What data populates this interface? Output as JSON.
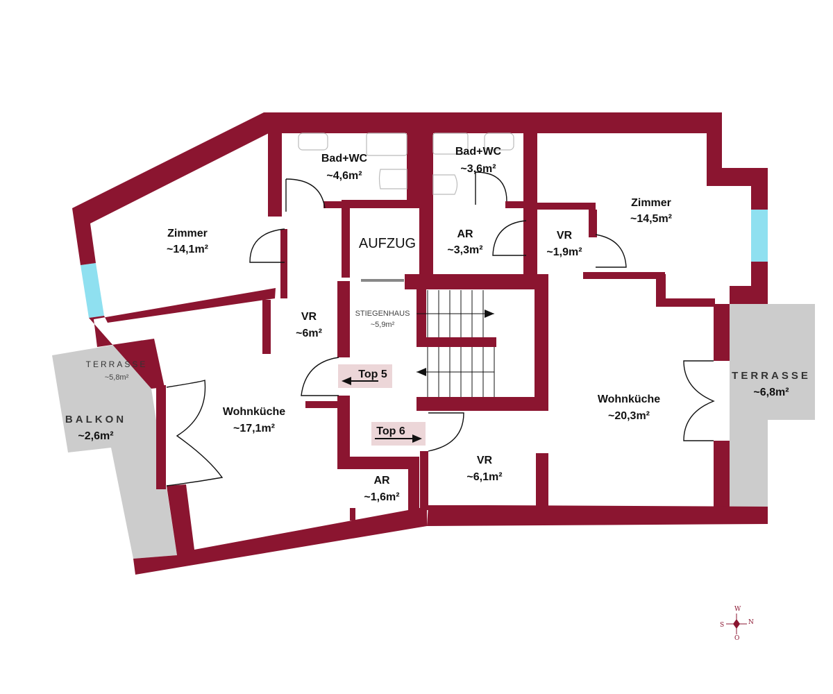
{
  "rooms": {
    "bad_wc_left": {
      "name": "Bad+WC",
      "area": "~4,6m²"
    },
    "bad_wc_right": {
      "name": "Bad+WC",
      "area": "~3,6m²"
    },
    "zimmer_left": {
      "name": "Zimmer",
      "area": "~14,1m²"
    },
    "zimmer_right": {
      "name": "Zimmer",
      "area": "~14,5m²"
    },
    "aufzug": {
      "name": "AUFZUG"
    },
    "ar_top": {
      "name": "AR",
      "area": "~3,3m²"
    },
    "vr_small": {
      "name": "VR",
      "area": "~1,9m²"
    },
    "vr_left": {
      "name": "VR",
      "area": "~6m²"
    },
    "stiegenhaus": {
      "name": "STIEGENHAUS",
      "area": "~5,9m²"
    },
    "wohnkueche_left": {
      "name": "Wohnküche",
      "area": "~17,1m²"
    },
    "wohnkueche_right": {
      "name": "Wohnküche",
      "area": "~20,3m²"
    },
    "vr_bottom": {
      "name": "VR",
      "area": "~6,1m²"
    },
    "ar_bottom": {
      "name": "AR",
      "area": "~1,6m²"
    },
    "terrasse_left": {
      "name": "TERRASSE",
      "area": "~5,8m²"
    },
    "balkon": {
      "name": "BALKON",
      "area": "~2,6m²"
    },
    "terrasse_right": {
      "name": "TERRASSE",
      "area": "~6,8m²"
    }
  },
  "tags": {
    "top5": "Top 5",
    "top6": "Top 6"
  },
  "compass": {
    "n": "N",
    "s": "S",
    "w": "W",
    "o": "O"
  },
  "colors": {
    "wall": "#8b1530",
    "outdoor": "#cccccc",
    "window": "#8fe0f0",
    "tag": "#ecd6d8"
  }
}
